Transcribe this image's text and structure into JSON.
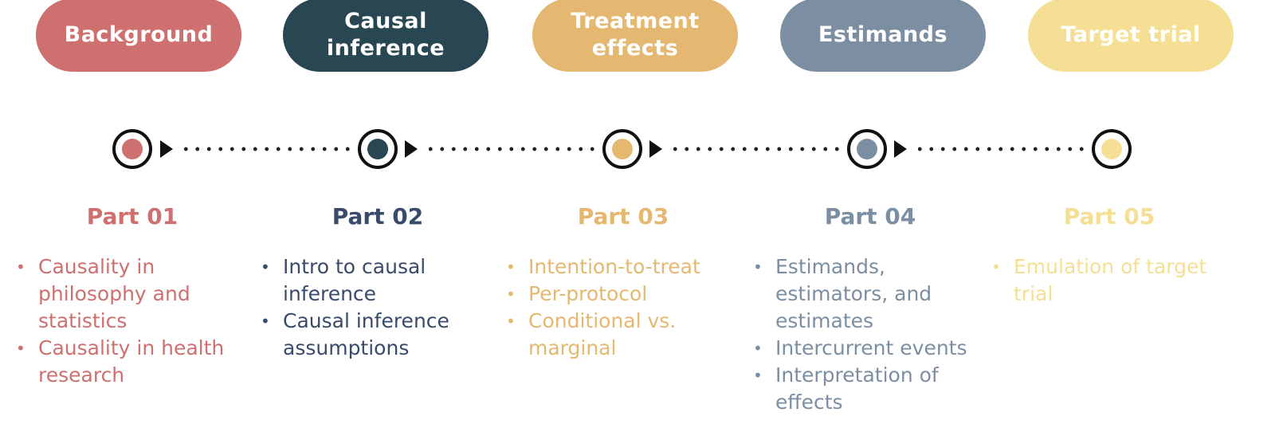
{
  "colors": {
    "part01": "#cd706f",
    "part02": "#294653",
    "part03": "#e4b870",
    "part04": "#7c8fa2",
    "part05": "#f5df95"
  },
  "stages": [
    {
      "pill_label": "Background",
      "part_label": "Part 01",
      "items": [
        "Causality in philosophy and statistics",
        "Causality in health research"
      ]
    },
    {
      "pill_label": "Causal\ninference",
      "part_label": "Part 02",
      "items": [
        "Intro to causal inference",
        "Causal inference assumptions"
      ]
    },
    {
      "pill_label": "Treatment\neffects",
      "part_label": "Part 03",
      "items": [
        "Intention-to-treat",
        "Per-protocol",
        "Conditional vs. marginal"
      ]
    },
    {
      "pill_label": "Estimands",
      "part_label": "Part 04",
      "items": [
        "Estimands, estimators, and estimates",
        "Intercurrent events",
        "Interpretation of effects"
      ]
    },
    {
      "pill_label": "Target trial",
      "part_label": "Part 05",
      "items": [
        "Emulation of target trial"
      ]
    }
  ]
}
